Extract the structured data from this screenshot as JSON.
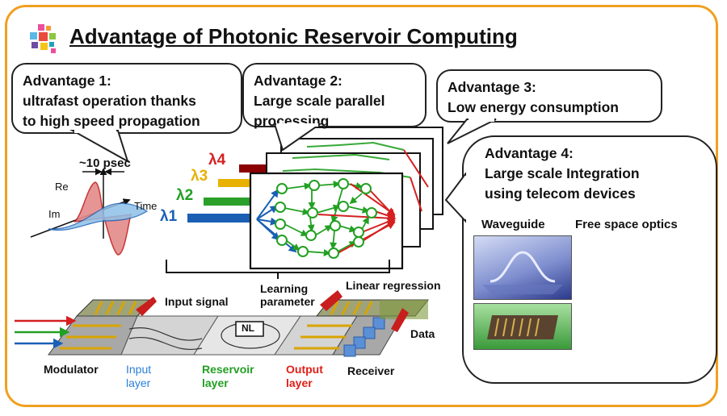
{
  "title": "Advantage of Photonic Reservoir Computing",
  "advantages": [
    {
      "heading": "Advantage 1:",
      "lines": [
        "ultrafast operation thanks",
        "to high speed propagation"
      ]
    },
    {
      "heading": "Advantage 2:",
      "lines": [
        "Large scale parallel",
        "processing"
      ]
    },
    {
      "heading": "Advantage 3:",
      "lines": [
        "Low energy consumption"
      ]
    },
    {
      "heading": "Advantage 4:",
      "lines": [
        "Large scale Integration",
        "using telecom devices"
      ]
    }
  ],
  "waveform": {
    "time_scale": "~10 psec",
    "re": "Re",
    "im": "Im",
    "time": "Time"
  },
  "wavelengths": [
    {
      "label": "λ4",
      "color": "#8b0000"
    },
    {
      "label": "λ3",
      "color": "#e8b000"
    },
    {
      "label": "λ2",
      "color": "#2aa02a"
    },
    {
      "label": "λ1",
      "color": "#1a5fb4"
    }
  ],
  "chip": {
    "input_signal": "Input signal",
    "learning_parameter": [
      "Learning",
      "parameter"
    ],
    "linear_regression": "Linear regression",
    "nl": "NL",
    "data": "Data",
    "modulator": "Modulator",
    "input_layer": [
      "Input",
      "layer"
    ],
    "reservoir_layer": [
      "Reservoir",
      "layer"
    ],
    "output_layer": [
      "Output",
      "layer"
    ],
    "receiver": "Receiver"
  },
  "integration": {
    "waveguide": "Waveguide",
    "free_space": "Free space optics"
  },
  "colors": {
    "frame": "#f0a020",
    "input_layer": "#2a7fd6",
    "reservoir_layer": "#2aa02a",
    "output_layer": "#e0201a"
  }
}
